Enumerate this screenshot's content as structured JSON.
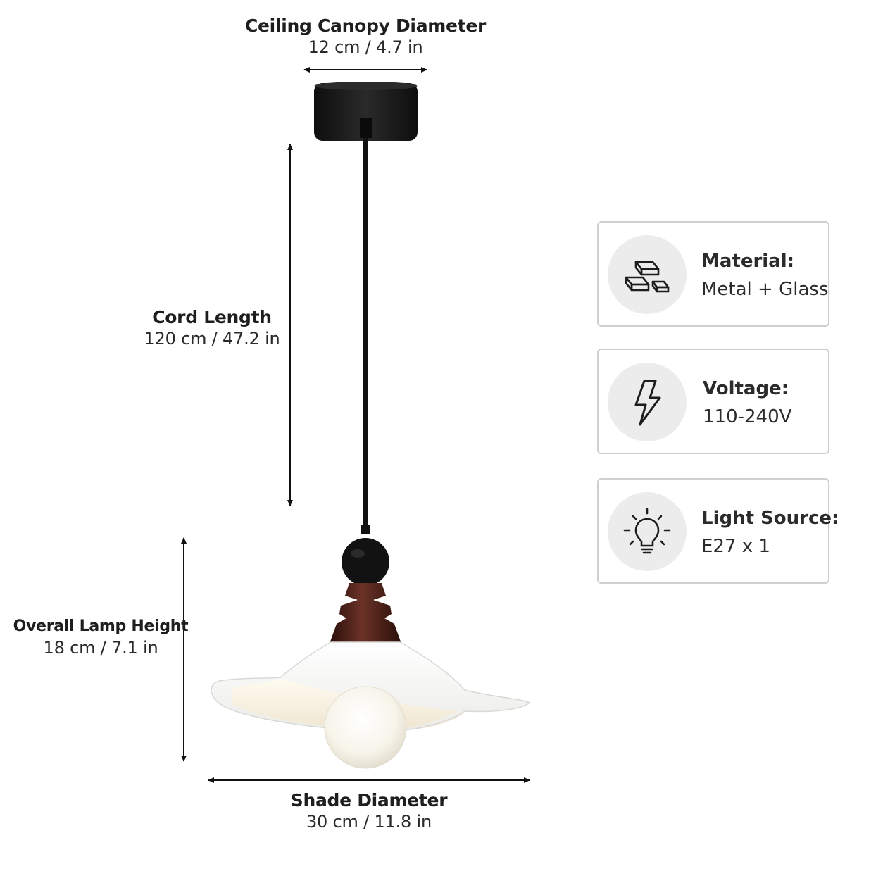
{
  "dimensions": {
    "canopy": {
      "title": "Ceiling Canopy Diameter",
      "value": "12 cm / 4.7 in"
    },
    "cord": {
      "title": "Cord Length",
      "value": "120 cm / 47.2 in"
    },
    "height": {
      "title": "Overall Lamp Height",
      "value": "18 cm / 7.1 in"
    },
    "shade": {
      "title": "Shade Diameter",
      "value": "30 cm / 11.8 in"
    }
  },
  "specs": [
    {
      "icon": "gold-bars-icon",
      "label": "Material:",
      "value": "Metal + Glass"
    },
    {
      "icon": "lightning-bolt-icon",
      "label": "Voltage:",
      "value": "110-240V"
    },
    {
      "icon": "light-bulb-icon",
      "label": "Light Source:",
      "value": "E27 x 1"
    }
  ],
  "colors": {
    "fixture_black": "#151515",
    "wood": "#4a1f16",
    "shade_white": "#f7f7f5",
    "card_border": "#cfcfcf",
    "icon_bg": "#ececec"
  }
}
